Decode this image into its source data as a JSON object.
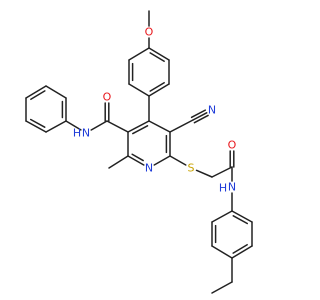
{
  "colors": {
    "bond": "#222222",
    "oxygen": "#e8191e",
    "nitrogen": "#1f3cd8",
    "sulfur": "#c8a200",
    "background": "#ffffff"
  },
  "atom_labels": {
    "methoxy_o": "O",
    "amide_o1": "O",
    "amide_n1": "N",
    "amide_h1": "H",
    "nitrile_n": "N",
    "ring_n": "N",
    "sulfur": "S",
    "amide_o2": "O",
    "amide_n2": "N",
    "amide_h2": "H"
  }
}
